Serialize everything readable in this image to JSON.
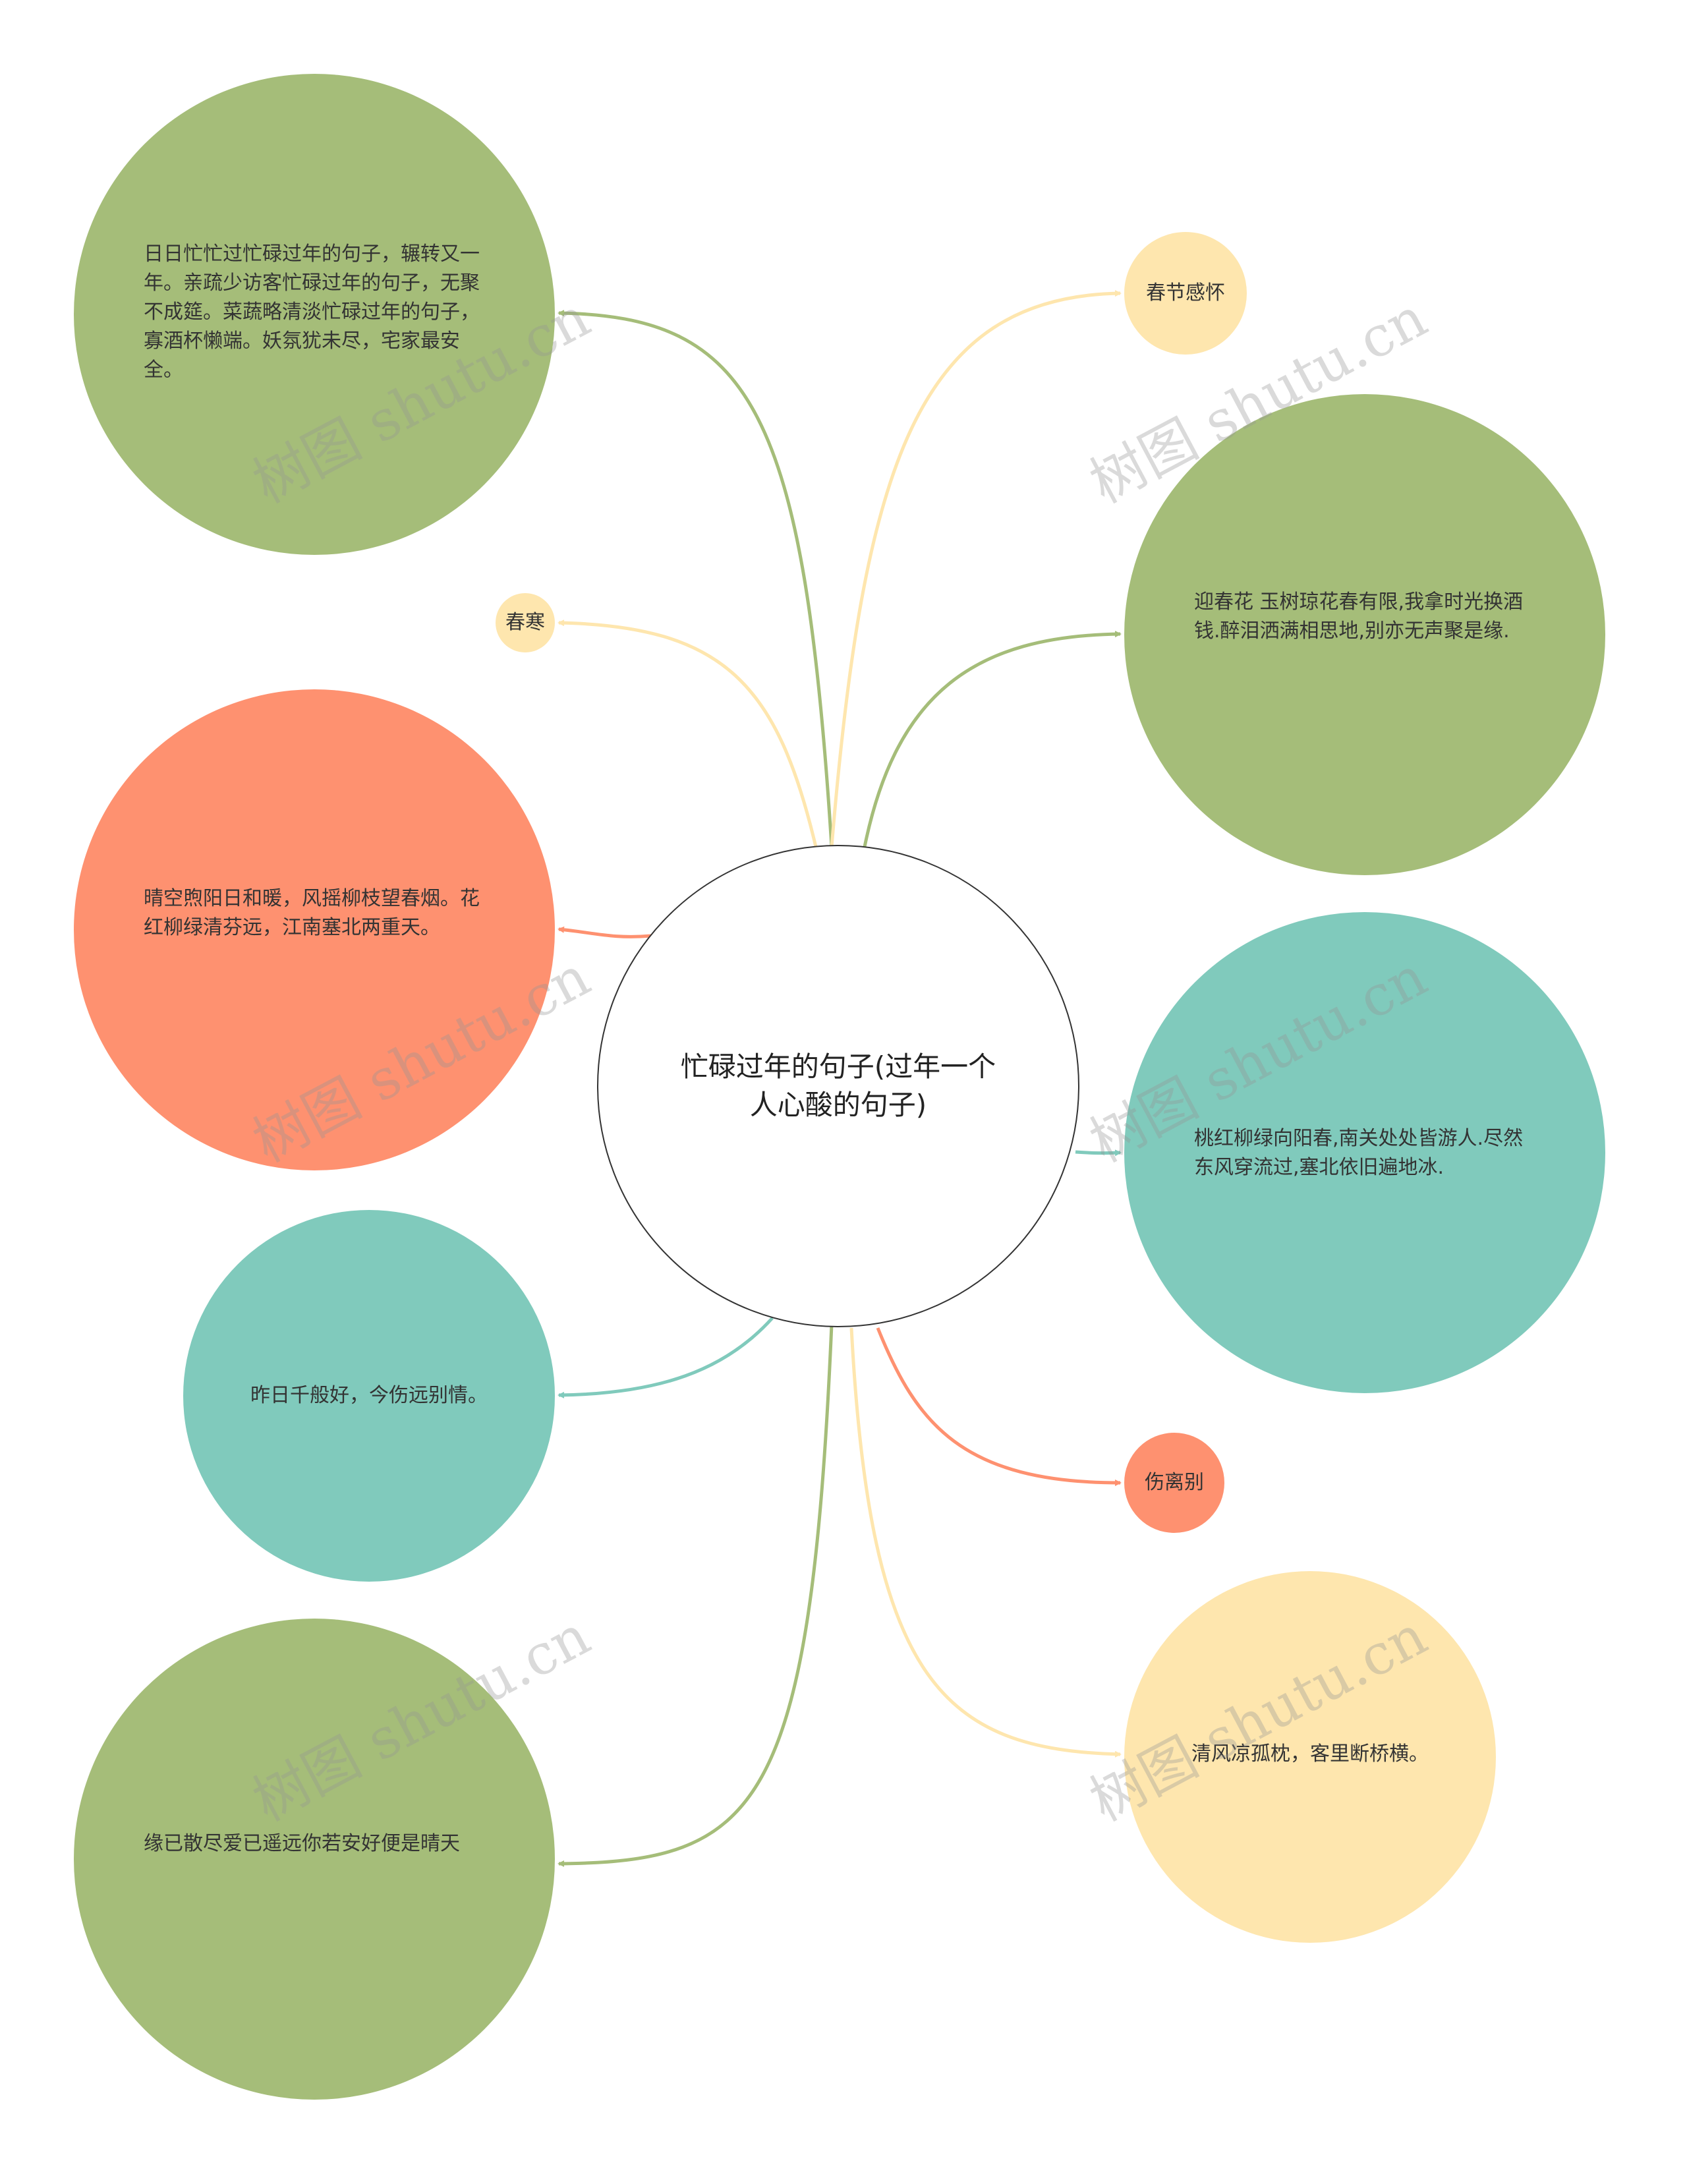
{
  "center": {
    "text": "忙碌过年的句子(过年一个人心酸的句子)"
  },
  "nodes": {
    "n1": "日日忙忙过忙碌过年的句子，辗转又一年。亲疏少访客忙碌过年的句子，无聚不成筵。菜蔬略清淡忙碌过年的句子，寡酒杯懒端。妖氛犹未尽，宅家最安全。",
    "n2": "春寒",
    "n3": "晴空煦阳日和暖，风摇柳枝望春烟。花红柳绿清芬远，江南塞北两重天。",
    "n4": "昨日千般好，今伤远别情。",
    "n5": "缘已散尽爱已遥远你若安好便是晴天",
    "n6": "春节感怀",
    "n7": "迎春花 玉树琼花春有限,我拿时光换酒钱.醉泪洒满相思地,别亦无声聚是缘.",
    "n8": "桃红柳绿向阳春,南关处处皆游人.尽然东风穿流过,塞北依旧遍地冰.",
    "n9": "伤离别",
    "n10": "清风凉孤枕，客里断桥横。"
  },
  "watermark": "树图 shutu.cn",
  "colors": {
    "green": "#a5bd79",
    "coral": "#fe9170",
    "teal": "#80cabc",
    "yellow": "#fee6ae",
    "center_border": "#333333"
  }
}
